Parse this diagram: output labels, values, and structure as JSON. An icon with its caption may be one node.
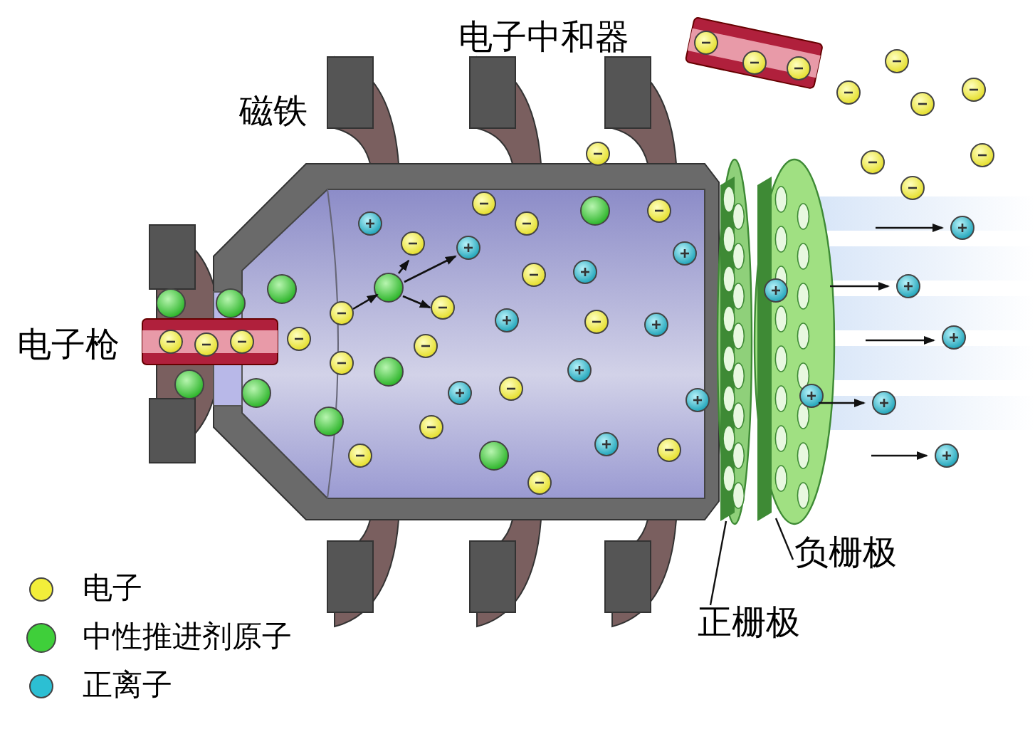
{
  "diagram": {
    "nodes": [
      {
        "text": [
          "负栅极"
        ]
      },
      {
        "text": [
          "正栅极"
        ]
      },
      {
        "text": [],
        "shape": "picture"
      },
      {
        "text": [],
        "shape": "picture"
      }
    ],
    "edges": [
      {
        "from": 0,
        "to": 3,
        "arrow": "none"
      },
      {
        "from": 1,
        "to": 2,
        "arrow": "none"
      }
    ],
    "labels": [
      "电子中和器",
      "磁铁",
      "电子枪"
    ],
    "legend": [
      {
        "text": "电子",
        "color": "#f2ee3a"
      },
      {
        "text": "中性推进剂原子",
        "color": "#3fcf3a"
      },
      {
        "text": "正离子",
        "color": "#2cbfd3"
      }
    ]
  }
}
